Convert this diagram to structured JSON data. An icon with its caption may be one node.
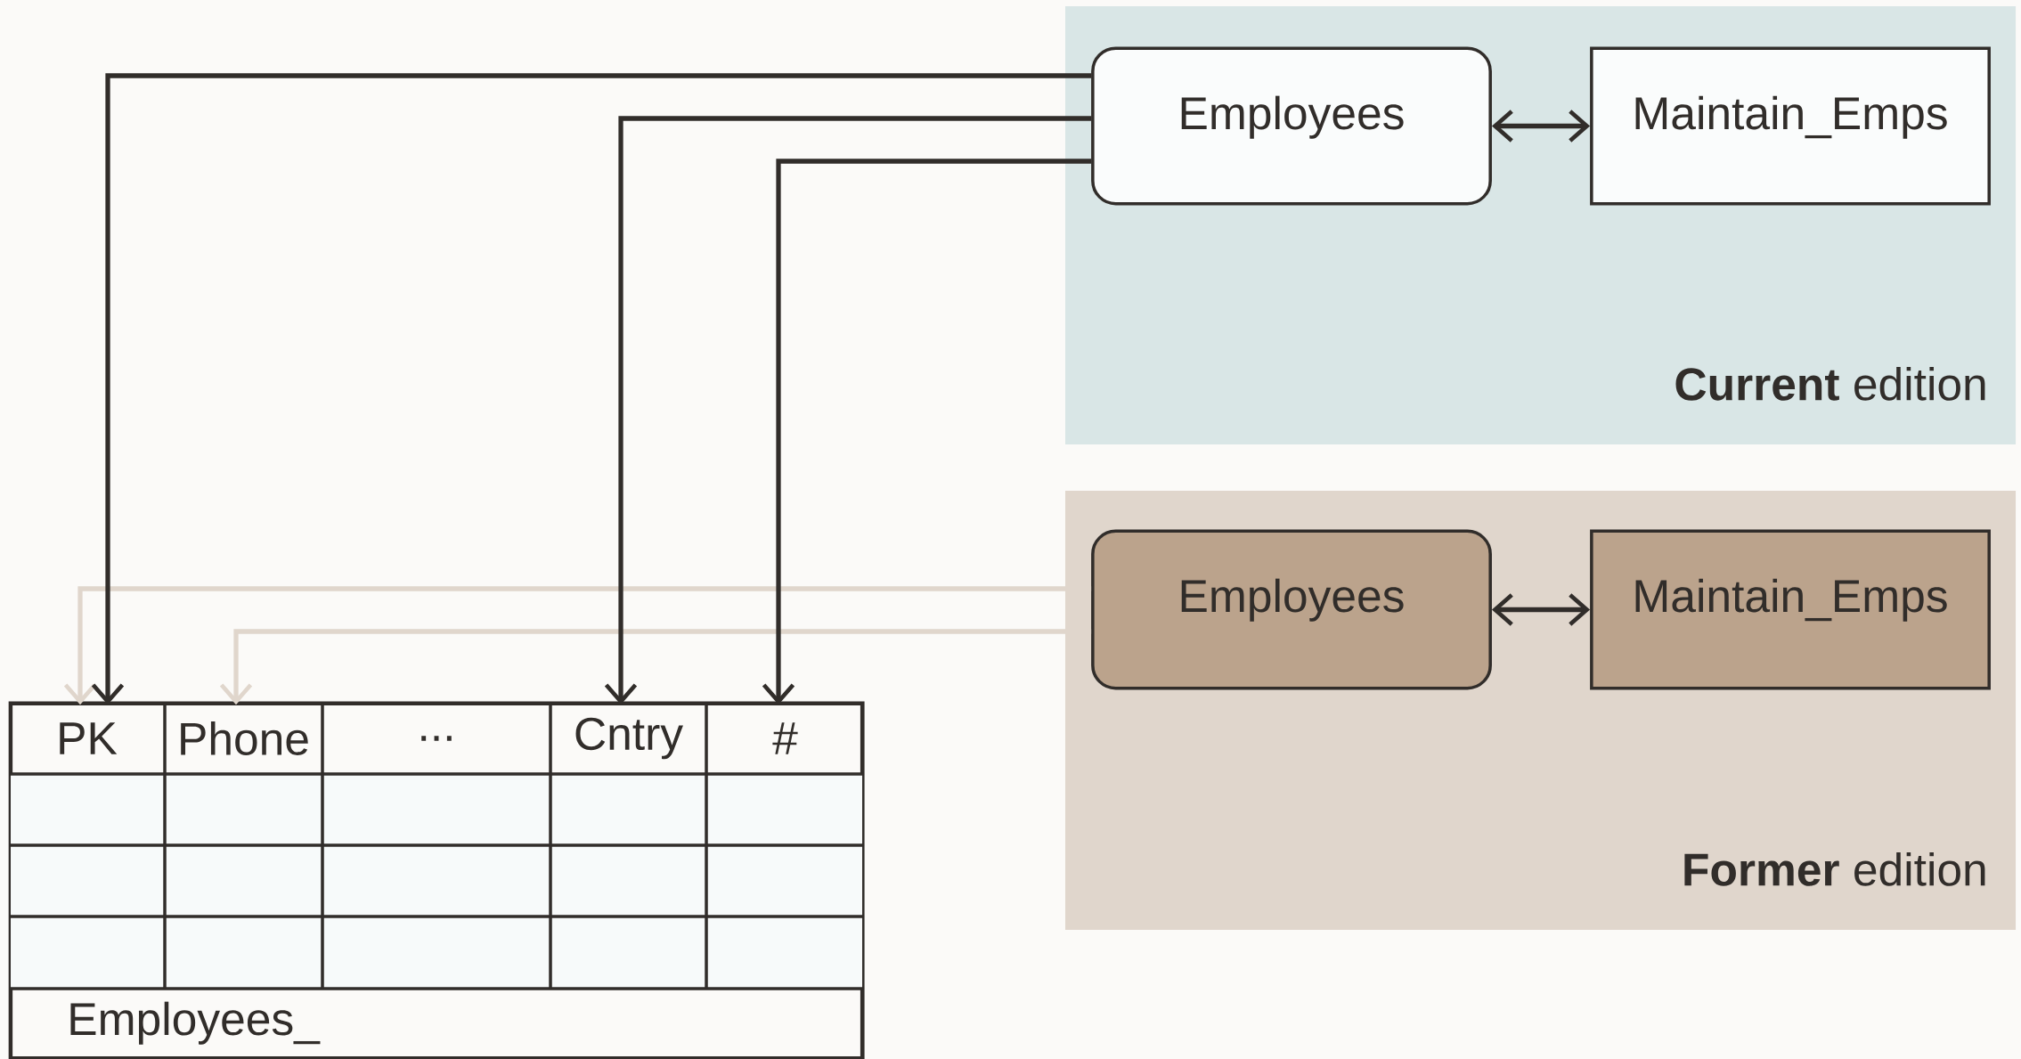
{
  "diagram": {
    "nodes": [
      {
        "text": [
          "**Current** edition"
        ]
      },
      {
        "text": [
          "Employees"
        ],
        "in": 0
      },
      {
        "text": [
          "Maintain_Emps"
        ],
        "in": 0
      },
      {
        "text": [
          "**Former** edition"
        ]
      },
      {
        "text": [
          "Employees"
        ],
        "in": 3
      },
      {
        "text": [
          "Maintain_Emps"
        ],
        "in": 3
      },
      {
        "text": [
          "Employees_"
        ]
      },
      {
        "text": [
          "PK"
        ],
        "in": 6
      },
      {
        "text": [
          "Phone"
        ],
        "in": 6
      },
      {
        "text": [
          "..."
        ],
        "in": 6
      },
      {
        "text": [
          "Cntry"
        ],
        "in": 6
      },
      {
        "text": [
          "#"
        ],
        "in": 6
      }
    ],
    "edges": [
      {
        "from": 1,
        "to": 2,
        "arrow": "both"
      },
      {
        "from": 4,
        "to": 5,
        "arrow": "both"
      },
      {
        "from": 4,
        "to": 7,
        "arrow": "to",
        "color": "#e0d6cc"
      },
      {
        "from": 4,
        "to": 8,
        "arrow": "to",
        "color": "#e0d6cc"
      },
      {
        "from": 1,
        "to": 7,
        "arrow": "to"
      },
      {
        "from": 1,
        "to": 10,
        "arrow": "to"
      },
      {
        "from": 1,
        "to": 11,
        "arrow": "to"
      }
    ]
  }
}
